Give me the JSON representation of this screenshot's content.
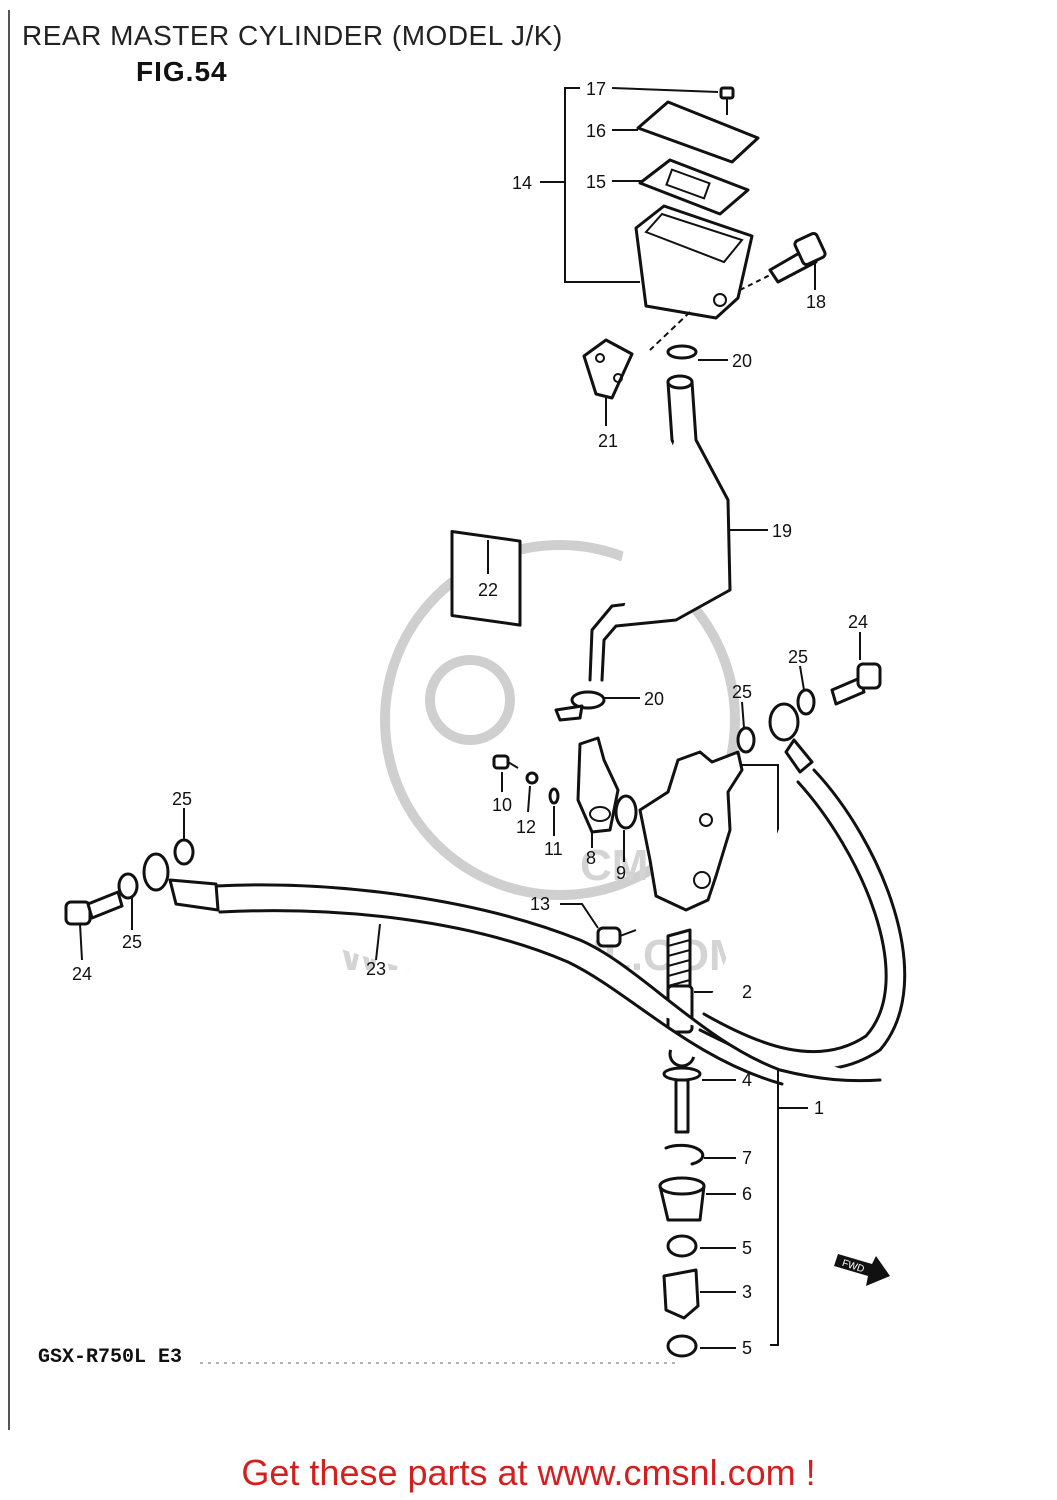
{
  "header": {
    "title": "REAR MASTER CYLINDER (MODEL J/K)",
    "figure": "FIG.54"
  },
  "footer": {
    "model_code": "GSX-R750L E3",
    "promo": "Get these parts at www.cmsnl.com !"
  },
  "watermark": {
    "text": "WWW.CMSNL.COM",
    "logo": "CMS"
  },
  "callouts": {
    "n1": "1",
    "n2": "2",
    "n3": "3",
    "n4": "4",
    "n5a": "5",
    "n5b": "5",
    "n6": "6",
    "n7": "7",
    "n8": "8",
    "n9": "9",
    "n10": "10",
    "n11": "11",
    "n12": "12",
    "n13": "13",
    "n14": "14",
    "n15": "15",
    "n16": "16",
    "n17": "17",
    "n18": "18",
    "n19": "19",
    "n20a": "20",
    "n20b": "20",
    "n21": "21",
    "n22": "22",
    "n23": "23",
    "n24a": "24",
    "n24b": "24",
    "n25a": "25",
    "n25b": "25",
    "n25c": "25",
    "n25d": "25"
  },
  "badge": {
    "fwd": "FWD"
  }
}
